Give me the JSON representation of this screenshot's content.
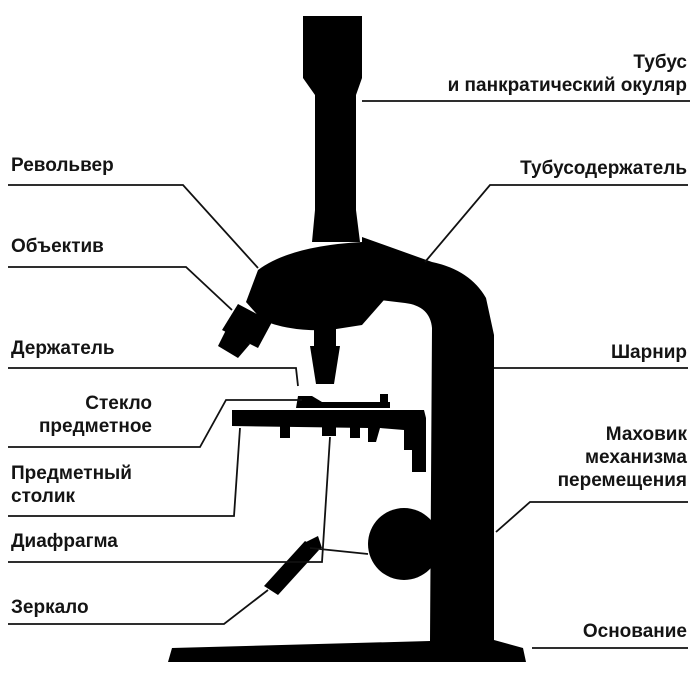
{
  "colors": {
    "background": "#ffffff",
    "ink": "#000000",
    "text": "#141414"
  },
  "labels": {
    "tube": "Тубус\nи панкратический окуляр",
    "revolver": "Револьвер",
    "tube_holder": "Тубусодержатель",
    "objective": "Объектив",
    "holder": "Держатель",
    "hinge": "Шарнир",
    "slide_glass": "Стекло\nпредметное",
    "flywheel": "Маховик\nмеханизма\nперемещения",
    "stage": "Предметный\nстолик",
    "diaphragm": "Диафрагма",
    "mirror": "Зеркало",
    "base": "Основание"
  }
}
